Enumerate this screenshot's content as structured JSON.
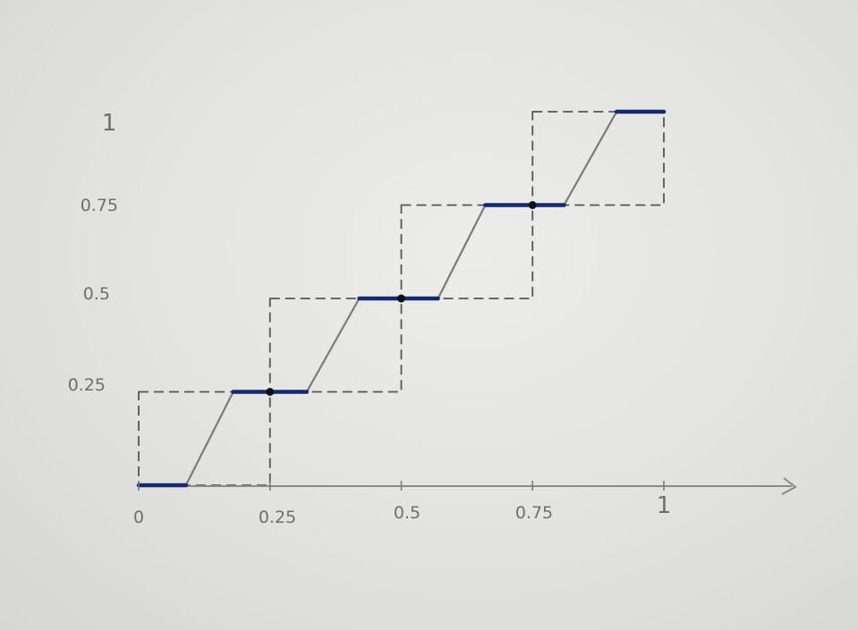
{
  "diagram": {
    "x_axis": {
      "tick_labels": [
        "0",
        "0.25",
        "0.5",
        "0.75",
        "1"
      ],
      "tick_values": [
        0,
        0.25,
        0.5,
        0.75,
        1
      ]
    },
    "y_axis": {
      "tick_labels": [
        "0.25",
        "0.5",
        "0.75",
        "1"
      ],
      "tick_values": [
        0.25,
        0.5,
        0.75,
        1
      ]
    },
    "staircase_levels": [
      0,
      0.25,
      0.5,
      0.75,
      1
    ],
    "flat_segments": [
      {
        "x_from": 0,
        "x_to": 0.09,
        "y": 0
      },
      {
        "x_from": 0.18,
        "x_to": 0.32,
        "y": 0.25
      },
      {
        "x_from": 0.42,
        "x_to": 0.57,
        "y": 0.5
      },
      {
        "x_from": 0.66,
        "x_to": 0.81,
        "y": 0.75
      },
      {
        "x_from": 0.91,
        "x_to": 1,
        "y": 1
      }
    ],
    "dots": [
      {
        "x": 0.25,
        "y": 0.25
      },
      {
        "x": 0.5,
        "y": 0.5
      },
      {
        "x": 0.75,
        "y": 0.75
      }
    ],
    "colors": {
      "pencil": "#7a7a7a",
      "dashed_box": "#555555",
      "ink": "#152a6e",
      "dot": "#111111"
    }
  }
}
